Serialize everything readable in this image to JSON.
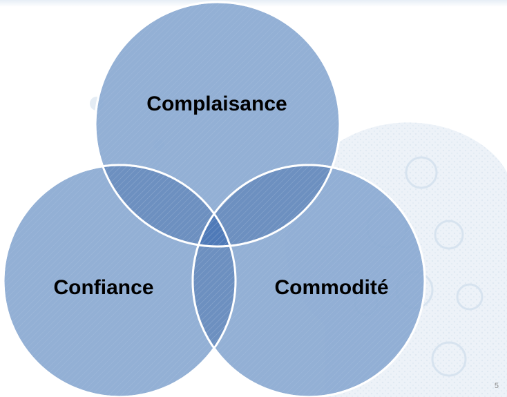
{
  "diagram": {
    "circles": [
      {
        "label": "Complaisance"
      },
      {
        "label": "Confiance"
      },
      {
        "label": "Commodité"
      }
    ],
    "fill_color": "#6d90c0",
    "overlap_color": "#4f7ab8",
    "stroke_color": "#ffffff"
  },
  "background_decoration": "gear-head-watermark-icon",
  "page_number": "5"
}
